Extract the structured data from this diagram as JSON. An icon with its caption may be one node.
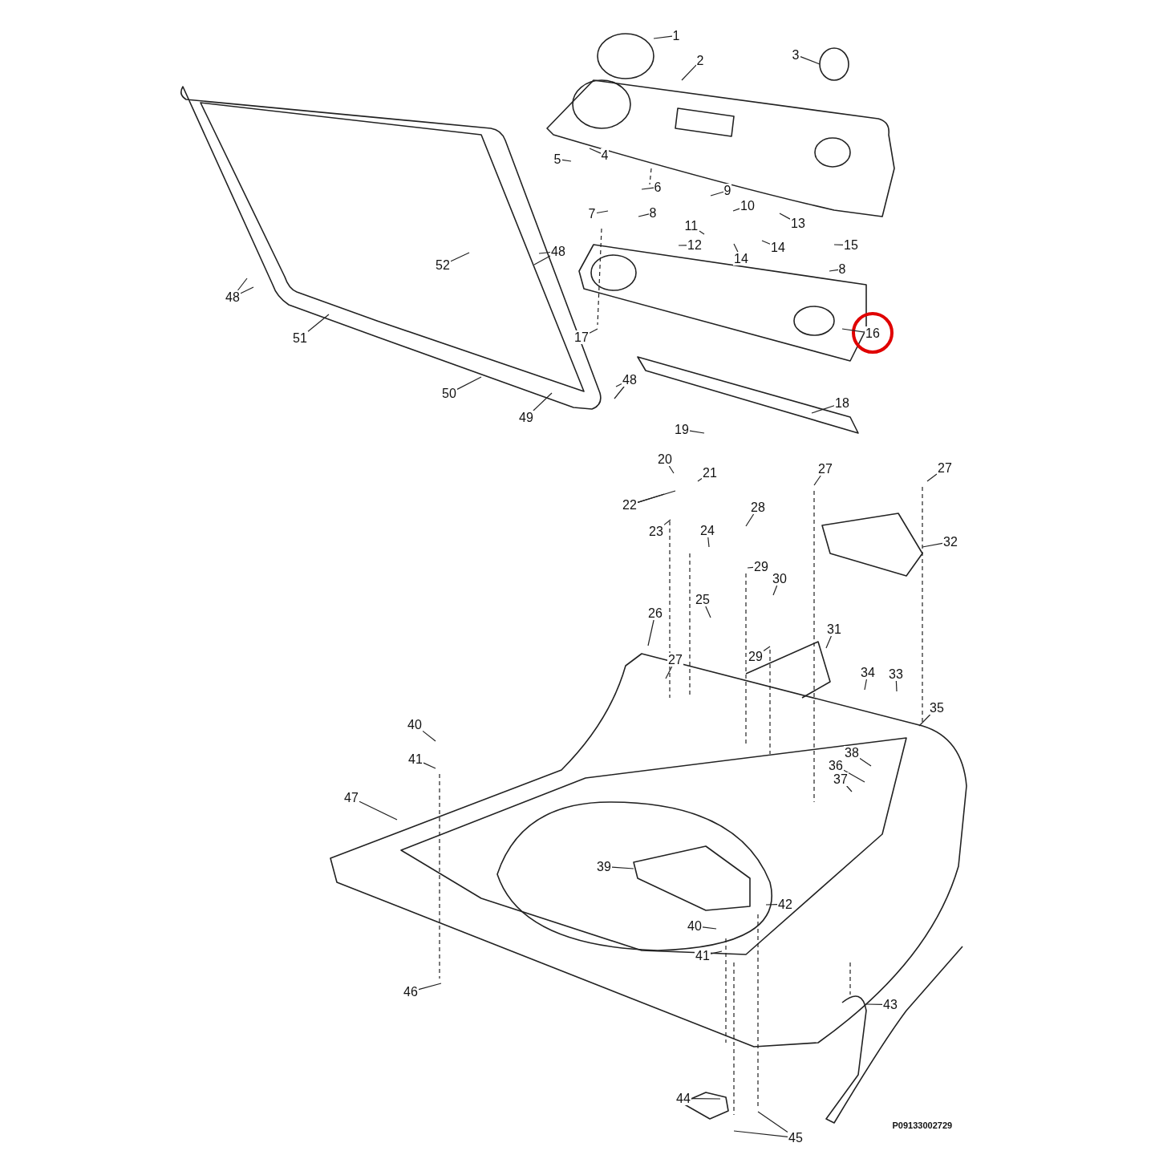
{
  "diagram": {
    "nodes": [
      {
        "text": [
          "1"
        ]
      },
      {
        "text": [
          "2"
        ]
      },
      {
        "text": [
          "3"
        ]
      },
      {
        "text": [
          "4"
        ]
      },
      {
        "text": [
          "5"
        ]
      },
      {
        "text": [
          "6"
        ]
      },
      {
        "text": [
          "7"
        ]
      },
      {
        "text": [
          "8"
        ]
      },
      {
        "text": [
          "9"
        ]
      },
      {
        "text": [
          "10"
        ]
      },
      {
        "text": [
          "11"
        ]
      },
      {
        "text": [
          "12"
        ]
      },
      {
        "text": [
          "13"
        ]
      },
      {
        "text": [
          "14"
        ]
      },
      {
        "text": [
          "14"
        ]
      },
      {
        "text": [
          "15"
        ]
      },
      {
        "text": [
          "8"
        ]
      },
      {
        "text": [
          "48"
        ]
      },
      {
        "text": [
          "16"
        ]
      },
      {
        "text": [
          "17"
        ]
      },
      {
        "text": [
          "52"
        ]
      },
      {
        "text": [
          "48"
        ]
      },
      {
        "text": [
          "51"
        ]
      },
      {
        "text": [
          "48"
        ]
      },
      {
        "text": [
          "50"
        ]
      },
      {
        "text": [
          "49"
        ]
      },
      {
        "text": [
          "18"
        ]
      },
      {
        "text": [
          "19"
        ]
      },
      {
        "text": [
          "20"
        ]
      },
      {
        "text": [
          "21"
        ]
      },
      {
        "text": [
          "22"
        ]
      },
      {
        "text": [
          "23"
        ]
      },
      {
        "text": [
          "24"
        ]
      },
      {
        "text": [
          "27"
        ]
      },
      {
        "text": [
          "27"
        ]
      },
      {
        "text": [
          "28"
        ]
      },
      {
        "text": [
          "32"
        ]
      },
      {
        "text": [
          "29"
        ]
      },
      {
        "text": [
          "30"
        ]
      },
      {
        "text": [
          "25"
        ]
      },
      {
        "text": [
          "26"
        ]
      },
      {
        "text": [
          "31"
        ]
      },
      {
        "text": [
          "27"
        ]
      },
      {
        "text": [
          "29"
        ]
      },
      {
        "text": [
          "34"
        ]
      },
      {
        "text": [
          "33"
        ]
      },
      {
        "text": [
          "35"
        ]
      },
      {
        "text": [
          "40"
        ]
      },
      {
        "text": [
          "41"
        ]
      },
      {
        "text": [
          "38"
        ]
      },
      {
        "text": [
          "36"
        ]
      },
      {
        "text": [
          "37"
        ]
      },
      {
        "text": [
          "47"
        ]
      },
      {
        "text": [
          "39"
        ]
      },
      {
        "text": [
          "42"
        ]
      },
      {
        "text": [
          "40"
        ]
      },
      {
        "text": [
          "41"
        ]
      },
      {
        "text": [
          "46"
        ]
      },
      {
        "text": [
          "43"
        ]
      },
      {
        "text": [
          "44"
        ]
      },
      {
        "text": [
          "45"
        ]
      }
    ],
    "edges": [
      {
        "from": 0,
        "to": null,
        "arrow": "none"
      },
      {
        "from": 1,
        "to": null,
        "arrow": "none"
      },
      {
        "from": 2,
        "to": null,
        "arrow": "none"
      },
      {
        "from": 3,
        "to": null,
        "arrow": "none"
      },
      {
        "from": 4,
        "to": null,
        "arrow": "none"
      },
      {
        "from": 5,
        "to": null,
        "arrow": "none"
      },
      {
        "from": 6,
        "to": null,
        "arrow": "none"
      },
      {
        "from": 7,
        "to": null,
        "arrow": "none"
      },
      {
        "from": 8,
        "to": null,
        "arrow": "none"
      },
      {
        "from": 9,
        "to": null,
        "arrow": "none"
      },
      {
        "from": 10,
        "to": null,
        "arrow": "none"
      },
      {
        "from": 11,
        "to": null,
        "arrow": "none"
      },
      {
        "from": 12,
        "to": null,
        "arrow": "none"
      },
      {
        "from": 13,
        "to": null,
        "arrow": "none"
      },
      {
        "from": 14,
        "to": null,
        "arrow": "none"
      },
      {
        "from": 15,
        "to": null,
        "arrow": "none"
      },
      {
        "from": 16,
        "to": null,
        "arrow": "none"
      },
      {
        "from": 17,
        "to": null,
        "arrow": "none"
      },
      {
        "from": 17,
        "to": null,
        "arrow": "none"
      },
      {
        "from": 18,
        "to": null,
        "arrow": "none"
      },
      {
        "from": 19,
        "to": null,
        "arrow": "none"
      },
      {
        "from": 20,
        "to": null,
        "arrow": "none"
      },
      {
        "from": 21,
        "to": null,
        "arrow": "none"
      },
      {
        "from": 21,
        "to": null,
        "arrow": "none"
      },
      {
        "from": 22,
        "to": null,
        "arrow": "none"
      },
      {
        "from": 23,
        "to": null,
        "arrow": "none"
      },
      {
        "from": 23,
        "to": null,
        "arrow": "none"
      },
      {
        "from": 24,
        "to": null,
        "arrow": "none"
      },
      {
        "from": 25,
        "to": null,
        "arrow": "none"
      },
      {
        "from": 26,
        "to": null,
        "arrow": "none"
      },
      {
        "from": 27,
        "to": null,
        "arrow": "none"
      },
      {
        "from": 28,
        "to": null,
        "arrow": "none"
      },
      {
        "from": 29,
        "to": null,
        "arrow": "none"
      },
      {
        "from": 30,
        "to": null,
        "arrow": "none"
      },
      {
        "from": 30,
        "to": null,
        "arrow": "none"
      },
      {
        "from": 31,
        "to": null,
        "arrow": "none"
      },
      {
        "from": 32,
        "to": null,
        "arrow": "none"
      },
      {
        "from": 33,
        "to": null,
        "arrow": "none"
      },
      {
        "from": 34,
        "to": null,
        "arrow": "none"
      },
      {
        "from": 35,
        "to": null,
        "arrow": "none"
      },
      {
        "from": 36,
        "to": null,
        "arrow": "none"
      },
      {
        "from": 37,
        "to": null,
        "arrow": "none"
      },
      {
        "from": 38,
        "to": null,
        "arrow": "none"
      },
      {
        "from": 39,
        "to": null,
        "arrow": "none"
      },
      {
        "from": 40,
        "to": null,
        "arrow": "none"
      },
      {
        "from": 41,
        "to": null,
        "arrow": "none"
      },
      {
        "from": 42,
        "to": null,
        "arrow": "none"
      },
      {
        "from": 43,
        "to": null,
        "arrow": "none"
      },
      {
        "from": 44,
        "to": null,
        "arrow": "none"
      },
      {
        "from": 45,
        "to": null,
        "arrow": "none"
      },
      {
        "from": 46,
        "to": null,
        "arrow": "none"
      },
      {
        "from": 47,
        "to": null,
        "arrow": "none"
      },
      {
        "from": 48,
        "to": null,
        "arrow": "none"
      },
      {
        "from": 49,
        "to": null,
        "arrow": "none"
      },
      {
        "from": 50,
        "to": null,
        "arrow": "none"
      },
      {
        "from": 51,
        "to": null,
        "arrow": "none"
      },
      {
        "from": 52,
        "to": null,
        "arrow": "none"
      },
      {
        "from": 53,
        "to": null,
        "arrow": "none"
      },
      {
        "from": 54,
        "to": null,
        "arrow": "none"
      },
      {
        "from": 55,
        "to": null,
        "arrow": "none"
      },
      {
        "from": 56,
        "to": null,
        "arrow": "none"
      },
      {
        "from": 57,
        "to": null,
        "arrow": "none"
      },
      {
        "from": 58,
        "to": null,
        "arrow": "none"
      },
      {
        "from": 59,
        "to": null,
        "arrow": "none"
      },
      {
        "from": 60,
        "to": null,
        "arrow": "none"
      },
      {
        "from": 60,
        "to": null,
        "arrow": "none"
      }
    ],
    "labels": [
      "P09133002729"
    ]
  }
}
